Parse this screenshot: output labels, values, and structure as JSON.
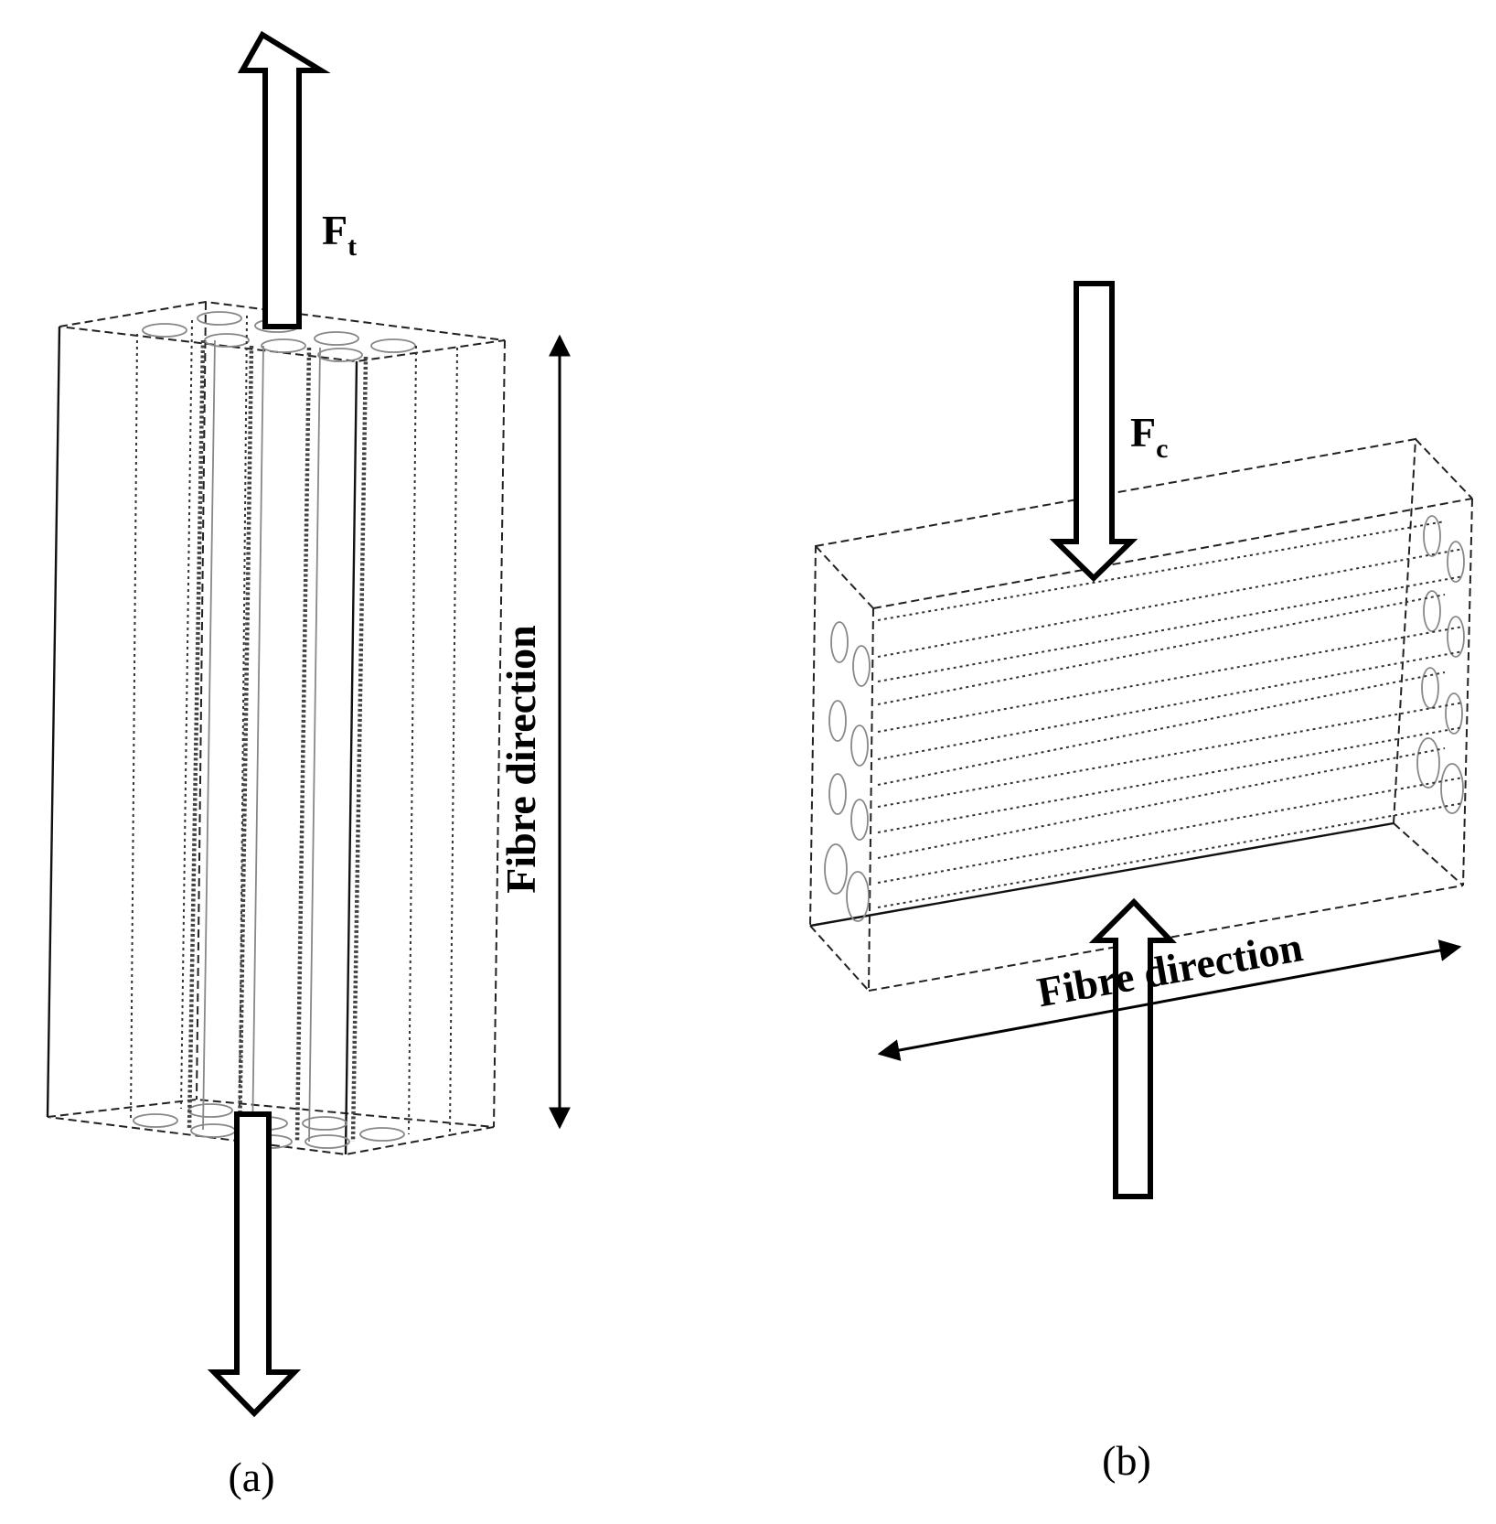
{
  "panel_a": {
    "force_label": "F",
    "force_subscript": "t",
    "direction_label": "Fibre direction",
    "caption": "(a)"
  },
  "panel_b": {
    "force_label": "F",
    "force_subscript": "c",
    "direction_label": "Fibre direction",
    "caption": "(b)"
  }
}
